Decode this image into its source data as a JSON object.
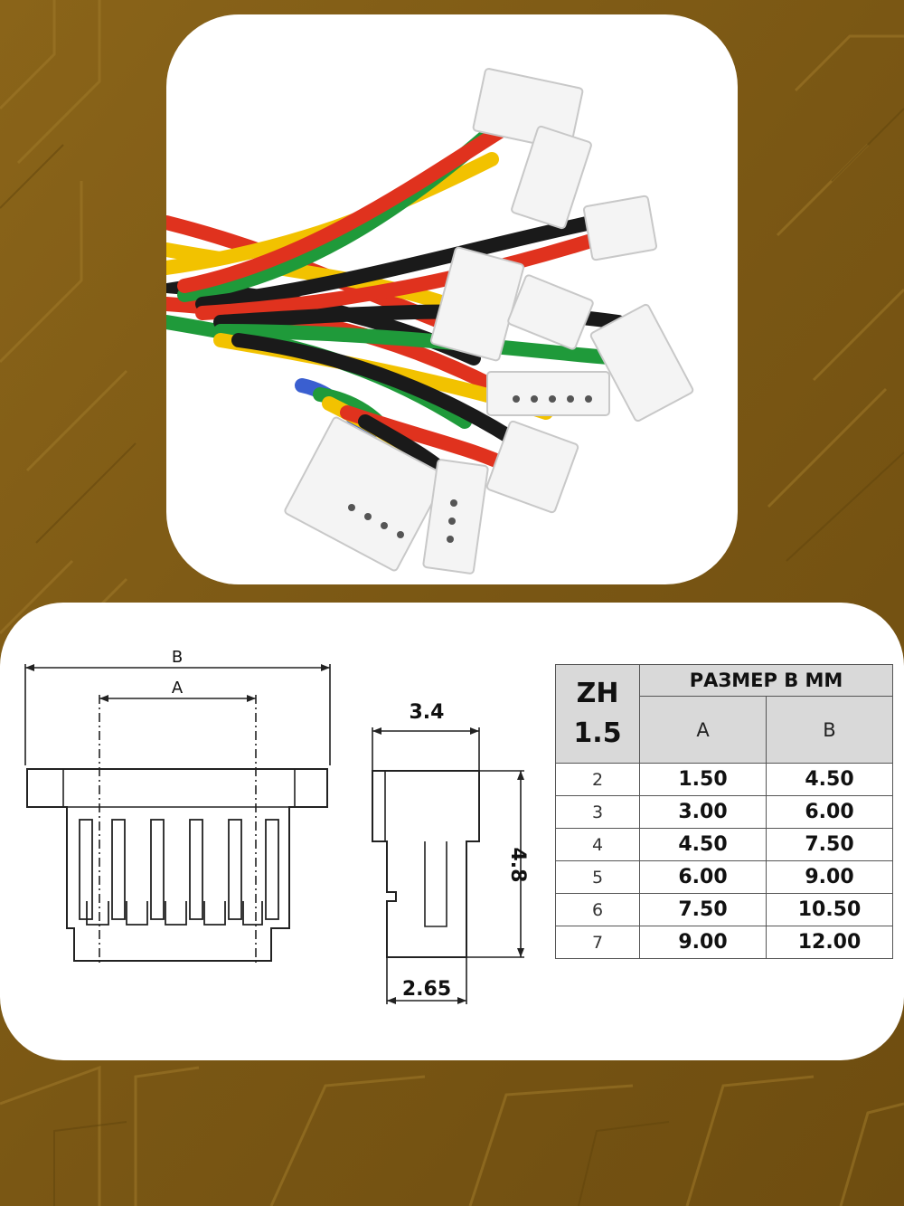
{
  "photo": {
    "subject": "connectors-photo"
  },
  "drawing": {
    "label_b": "B",
    "label_a": "A",
    "dim_depth": "3.4",
    "dim_height": "4.8",
    "dim_base": "2.65"
  },
  "table": {
    "model_line1": "ZH",
    "model_line2": "1.5",
    "group_header": "РАЗМЕР В ММ",
    "col_a": "A",
    "col_b": "B",
    "rows": [
      {
        "pins": "2",
        "a": "1.50",
        "b": "4.50"
      },
      {
        "pins": "3",
        "a": "3.00",
        "b": "6.00"
      },
      {
        "pins": "4",
        "a": "4.50",
        "b": "7.50"
      },
      {
        "pins": "5",
        "a": "6.00",
        "b": "9.00"
      },
      {
        "pins": "6",
        "a": "7.50",
        "b": "10.50"
      },
      {
        "pins": "7",
        "a": "9.00",
        "b": "12.00"
      }
    ]
  },
  "colors": {
    "background": "#7d5a16",
    "card": "#ffffff",
    "header_fill": "#d9d9d9",
    "wire_red": "#e0321e",
    "wire_black": "#1a1a1a",
    "wire_yellow": "#f2c200",
    "wire_green": "#1f9a3a",
    "wire_blue": "#3a5fd0",
    "connector": "#f4f4f4"
  }
}
